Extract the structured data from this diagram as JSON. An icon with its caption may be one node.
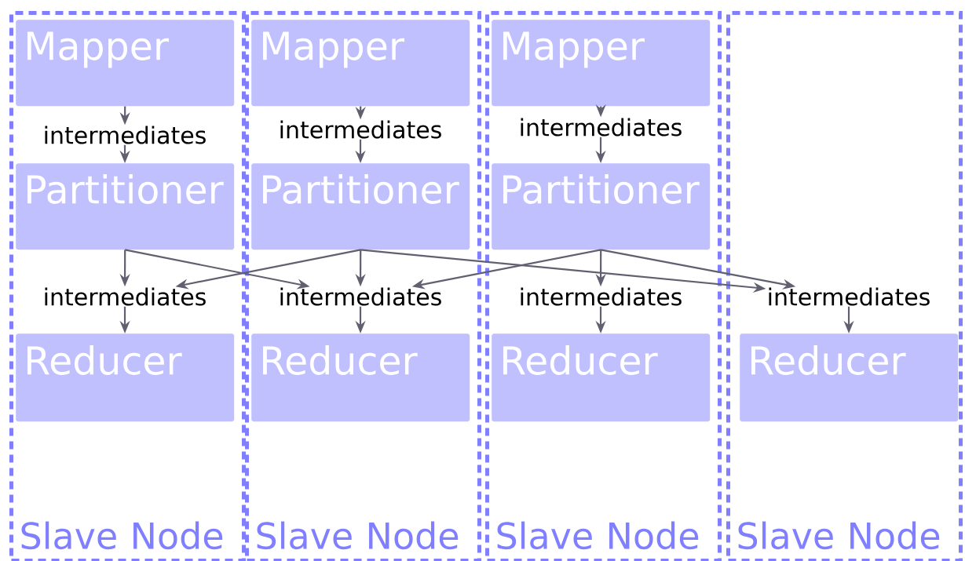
{
  "diagram": {
    "nodes": [
      {
        "text": [
          "Slave Node"
        ]
      },
      {
        "text": [
          "Mapper"
        ],
        "in": 0
      },
      {
        "text": [
          "intermediates"
        ],
        "in": 0
      },
      {
        "text": [
          "Partitioner"
        ],
        "in": 0
      },
      {
        "text": [
          "intermediates"
        ],
        "in": 0
      },
      {
        "text": [
          "Reducer"
        ],
        "in": 0
      },
      {
        "text": [
          "Slave Node"
        ]
      },
      {
        "text": [
          "Mapper"
        ],
        "in": 6
      },
      {
        "text": [
          "intermediates"
        ],
        "in": 6
      },
      {
        "text": [
          "Partitioner"
        ],
        "in": 6
      },
      {
        "text": [
          "intermediates"
        ],
        "in": 6
      },
      {
        "text": [
          "Reducer"
        ],
        "in": 6
      },
      {
        "text": [
          "Slave Node"
        ]
      },
      {
        "text": [
          "Mapper"
        ],
        "in": 12
      },
      {
        "text": [
          "intermediates"
        ],
        "in": 12
      },
      {
        "text": [
          "Partitioner"
        ],
        "in": 12
      },
      {
        "text": [
          "intermediates"
        ],
        "in": 12
      },
      {
        "text": [
          "Reducer"
        ],
        "in": 12
      },
      {
        "text": [
          "Slave Node"
        ]
      },
      {
        "text": [
          "intermediates"
        ],
        "in": 18
      },
      {
        "text": [
          "Reducer"
        ],
        "in": 18
      }
    ],
    "edges": [
      {
        "from": 1,
        "to": 2,
        "arrow": "to"
      },
      {
        "from": 2,
        "to": 3,
        "arrow": "to"
      },
      {
        "from": 7,
        "to": 8,
        "arrow": "to"
      },
      {
        "from": 8,
        "to": 9,
        "arrow": "to"
      },
      {
        "from": 13,
        "to": 14,
        "arrow": "to"
      },
      {
        "from": 14,
        "to": 15,
        "arrow": "to"
      },
      {
        "from": 3,
        "to": 4,
        "arrow": "to"
      },
      {
        "from": 3,
        "to": 10,
        "arrow": "to"
      },
      {
        "from": 9,
        "to": 4,
        "arrow": "to"
      },
      {
        "from": 9,
        "to": 10,
        "arrow": "to"
      },
      {
        "from": 9,
        "to": 19,
        "arrow": "to"
      },
      {
        "from": 15,
        "to": 10,
        "arrow": "to"
      },
      {
        "from": 15,
        "to": 16,
        "arrow": "to"
      },
      {
        "from": 15,
        "to": 19,
        "arrow": "to"
      },
      {
        "from": 4,
        "to": 5,
        "arrow": "to"
      },
      {
        "from": 10,
        "to": 11,
        "arrow": "to"
      },
      {
        "from": 16,
        "to": 17,
        "arrow": "to"
      },
      {
        "from": 19,
        "to": 20,
        "arrow": "to"
      }
    ]
  }
}
